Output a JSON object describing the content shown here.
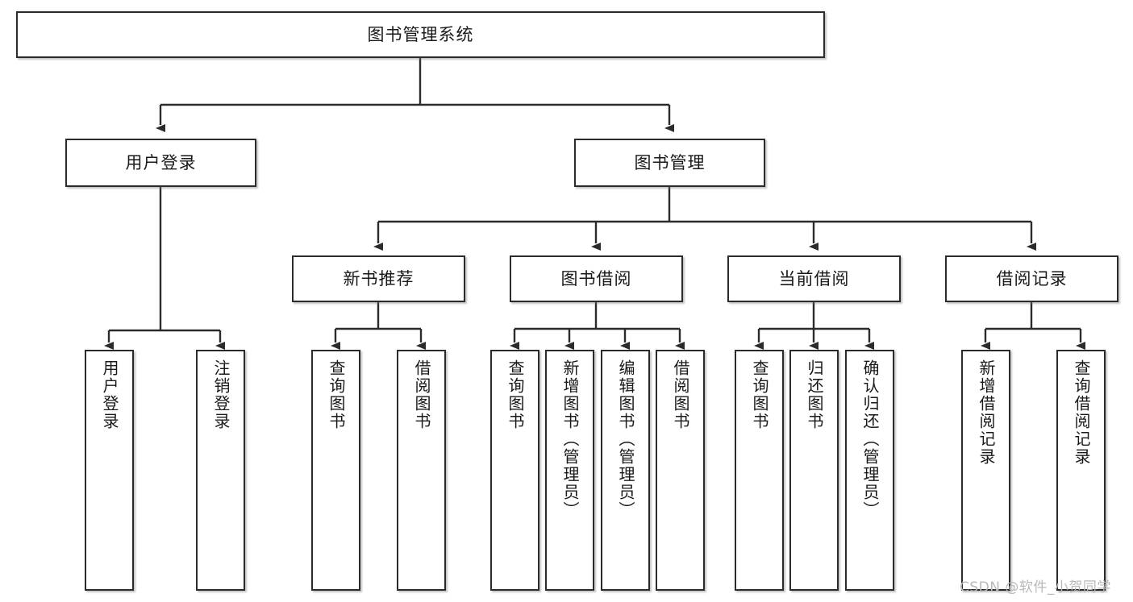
{
  "diagram": {
    "title": "图书管理系统",
    "type": "tree-hierarchy",
    "theme": {
      "background": "#ffffff",
      "node_fill": "#ffffff",
      "node_border": "#2b2b2b",
      "edge_color": "#2b2b2b",
      "text_color": "#1a1a1a",
      "watermark_color": "#b9b9b9"
    },
    "nodes": {
      "root": {
        "label": "图书管理系统"
      },
      "level2": [
        {
          "id": "user-login",
          "label": "用户登录"
        },
        {
          "id": "book-management",
          "label": "图书管理"
        }
      ],
      "level3": [
        {
          "id": "new-book-recommend",
          "label": "新书推荐"
        },
        {
          "id": "book-borrow",
          "label": "图书借阅"
        },
        {
          "id": "current-borrow",
          "label": "当前借阅"
        },
        {
          "id": "borrow-record",
          "label": "借阅记录"
        }
      ],
      "leaves": {
        "user-login": [
          {
            "id": "leaf-user-login",
            "label": "用户登录"
          },
          {
            "id": "leaf-logout",
            "label": "注销登录"
          }
        ],
        "new-book-recommend": [
          {
            "id": "leaf-query-books-1",
            "label": "查询图书"
          },
          {
            "id": "leaf-borrow-books-1",
            "label": "借阅图书"
          }
        ],
        "book-borrow": [
          {
            "id": "leaf-query-books-2",
            "label": "查询图书"
          },
          {
            "id": "leaf-add-book",
            "label": "新增图书（管理员）"
          },
          {
            "id": "leaf-edit-book",
            "label": "编辑图书（管理员）"
          },
          {
            "id": "leaf-borrow-books-2",
            "label": "借阅图书"
          }
        ],
        "current-borrow": [
          {
            "id": "leaf-query-books-3",
            "label": "查询图书"
          },
          {
            "id": "leaf-return-book",
            "label": "归还图书"
          },
          {
            "id": "leaf-confirm-return",
            "label": "确认归还（管理员）"
          }
        ],
        "borrow-record": [
          {
            "id": "leaf-add-record",
            "label": "新增借阅记录"
          },
          {
            "id": "leaf-query-record",
            "label": "查询借阅记录"
          }
        ]
      }
    },
    "watermark": "CSDN @软件_小贺同学"
  }
}
